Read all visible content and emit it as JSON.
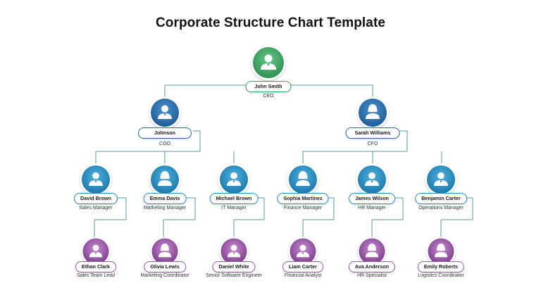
{
  "title": "Corporate Structure Chart Template",
  "colors": {
    "green": "#3aa463",
    "navy": "#2a6cab",
    "cyan": "#2a8fc4",
    "purple": "#9c5aa8",
    "line": "#5a9a9a"
  },
  "icons": {
    "person": "person-icon"
  },
  "org": {
    "ceo": {
      "name": "John Smith",
      "role": "CEO"
    },
    "coo": {
      "name": "Johnson",
      "role": "COO"
    },
    "cfo": {
      "name": "Sarah Williams",
      "role": "CFO"
    },
    "managers": [
      {
        "name": "David Brown",
        "role": "Sales Manager"
      },
      {
        "name": "Emma Davis",
        "role": "Marketing Manager"
      },
      {
        "name": "Michael Brown",
        "role": "IT Manager"
      },
      {
        "name": "Sophia Martinez",
        "role": "Finance Manager"
      },
      {
        "name": "James Wilson",
        "role": "HR Manager"
      },
      {
        "name": "Benjamin Carter",
        "role": "Operations Manager"
      }
    ],
    "staff": [
      {
        "name": "Ethan Clark",
        "role": "Sales Team Lead"
      },
      {
        "name": "Olivia Lewis",
        "role": "Marketing Coordinator"
      },
      {
        "name": "Daniel White",
        "role": "Senior Software Engineer"
      },
      {
        "name": "Liam Carter",
        "role": "Financial Analyst"
      },
      {
        "name": "Ava Anderson",
        "role": "HR Specialist"
      },
      {
        "name": "Emily Roberts",
        "role": "Logistics Coordinator"
      }
    ]
  }
}
